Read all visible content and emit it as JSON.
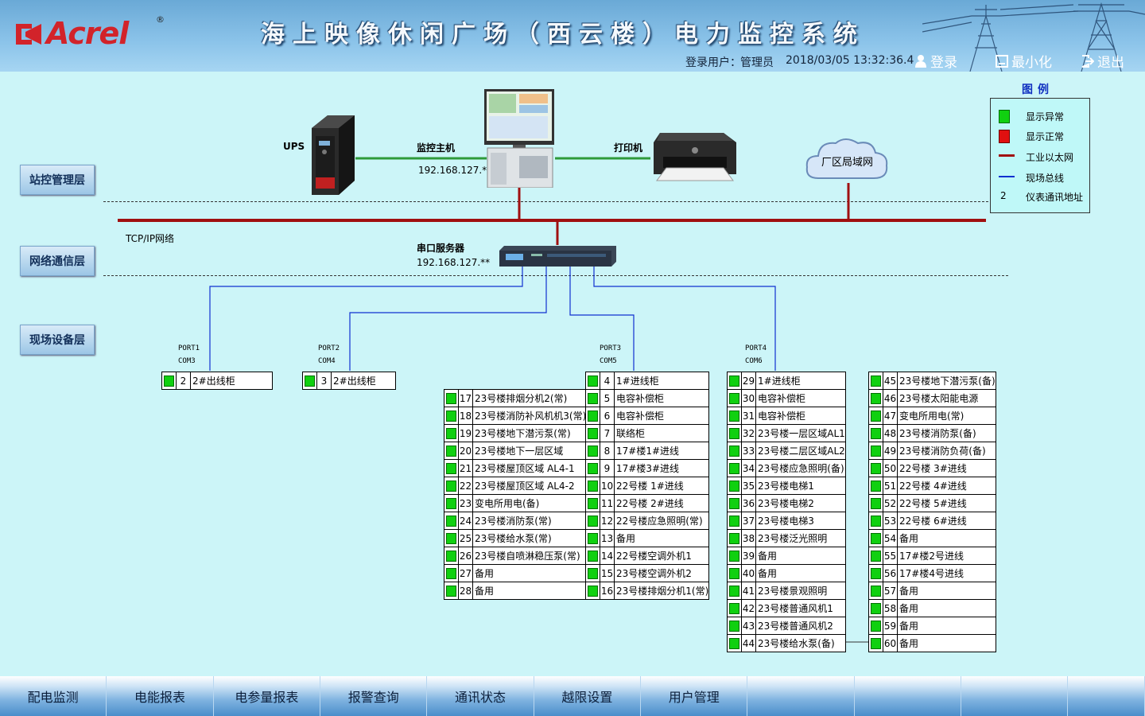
{
  "header": {
    "logo_text": "Acrel",
    "logo_reg": "®",
    "title": "海上映像休闲广场（西云楼）电力监控系统",
    "login_user_label": "登录用户：",
    "login_user": "管理员",
    "datetime": "2018/03/05 13:32:36.4",
    "login_btn": "登录",
    "minimize_btn": "最小化",
    "exit_btn": "退出"
  },
  "layers": {
    "station": "站控管理层",
    "network": "网络通信层",
    "field": "现场设备层"
  },
  "devices": {
    "ups": "UPS",
    "host": "监控主机",
    "host_ip": "192.168.127.**",
    "printer": "打印机",
    "lan": "厂区局域网",
    "tcpip": "TCP/IP网络",
    "serial_server": "串口服务器",
    "serial_ip": "192.168.127.**"
  },
  "ports": [
    {
      "port": "PORT1",
      "com": "COM3"
    },
    {
      "port": "PORT2",
      "com": "COM4"
    },
    {
      "port": "PORT3",
      "com": "COM5"
    },
    {
      "port": "PORT4",
      "com": "COM6"
    }
  ],
  "legend": {
    "title": "图例",
    "items": [
      {
        "text": "显示异常",
        "color": "#10d010"
      },
      {
        "text": "显示正常",
        "color": "#e01010"
      },
      {
        "text": "工业以太网",
        "color": "#a01010"
      },
      {
        "text": "现场总线",
        "color": "#1030d0"
      },
      {
        "symbol": "2",
        "text": "仪表通讯地址"
      }
    ]
  },
  "tables": {
    "com3": [
      {
        "num": "2",
        "name": "2#出线柜"
      }
    ],
    "com4": [
      {
        "num": "3",
        "name": "2#出线柜"
      }
    ],
    "colA": [
      {
        "num": "17",
        "name": "23号楼排烟分机2(常)"
      },
      {
        "num": "18",
        "name": "23号楼消防补风机机3(常)"
      },
      {
        "num": "19",
        "name": "23号楼地下潜污泵(常)"
      },
      {
        "num": "20",
        "name": "23号楼地下一层区域"
      },
      {
        "num": "21",
        "name": "23号楼屋顶区域 AL4-1"
      },
      {
        "num": "22",
        "name": "23号楼屋顶区域 AL4-2"
      },
      {
        "num": "23",
        "name": "变电所用电(备)"
      },
      {
        "num": "24",
        "name": "23号楼消防泵(常)"
      },
      {
        "num": "25",
        "name": "23号楼给水泵(常)"
      },
      {
        "num": "26",
        "name": "23号楼自喷淋稳压泵(常)"
      },
      {
        "num": "27",
        "name": "备用"
      },
      {
        "num": "28",
        "name": "备用"
      }
    ],
    "colB": [
      {
        "num": "4",
        "name": "1#进线柜"
      },
      {
        "num": "5",
        "name": "电容补偿柜"
      },
      {
        "num": "6",
        "name": "电容补偿柜"
      },
      {
        "num": "7",
        "name": "联络柜"
      },
      {
        "num": "8",
        "name": "17#楼1#进线"
      },
      {
        "num": "9",
        "name": "17#楼3#进线"
      },
      {
        "num": "10",
        "name": "22号楼 1#进线"
      },
      {
        "num": "11",
        "name": "22号楼 2#进线"
      },
      {
        "num": "12",
        "name": "22号楼应急照明(常)"
      },
      {
        "num": "13",
        "name": "备用"
      },
      {
        "num": "14",
        "name": "22号楼空调外机1"
      },
      {
        "num": "15",
        "name": "23号楼空调外机2"
      },
      {
        "num": "16",
        "name": "23号楼排烟分机1(常)"
      }
    ],
    "colC": [
      {
        "num": "29",
        "name": "1#进线柜"
      },
      {
        "num": "30",
        "name": "电容补偿柜"
      },
      {
        "num": "31",
        "name": "电容补偿柜"
      },
      {
        "num": "32",
        "name": "23号楼一层区域AL1"
      },
      {
        "num": "33",
        "name": "23号楼二层区域AL2"
      },
      {
        "num": "34",
        "name": "23号楼应急照明(备)"
      },
      {
        "num": "35",
        "name": "23号楼电梯1"
      },
      {
        "num": "36",
        "name": "23号楼电梯2"
      },
      {
        "num": "37",
        "name": "23号楼电梯3"
      },
      {
        "num": "38",
        "name": "23号楼泛光照明"
      },
      {
        "num": "39",
        "name": "备用"
      },
      {
        "num": "40",
        "name": "备用"
      },
      {
        "num": "41",
        "name": "23号楼景观照明"
      },
      {
        "num": "42",
        "name": "23号楼普通风机1"
      },
      {
        "num": "43",
        "name": "23号楼普通风机2"
      },
      {
        "num": "44",
        "name": "23号楼给水泵(备)"
      }
    ],
    "colD": [
      {
        "num": "45",
        "name": "23号楼地下潜污泵(备)"
      },
      {
        "num": "46",
        "name": "23号楼太阳能电源"
      },
      {
        "num": "47",
        "name": "变电所用电(常)"
      },
      {
        "num": "48",
        "name": "23号楼消防泵(备)"
      },
      {
        "num": "49",
        "name": "23号楼消防负荷(备)"
      },
      {
        "num": "50",
        "name": "22号楼 3#进线"
      },
      {
        "num": "51",
        "name": "22号楼 4#进线"
      },
      {
        "num": "52",
        "name": "22号楼 5#进线"
      },
      {
        "num": "53",
        "name": "22号楼 6#进线"
      },
      {
        "num": "54",
        "name": "备用"
      },
      {
        "num": "55",
        "name": "17#楼2号进线"
      },
      {
        "num": "56",
        "name": "17#楼4号进线"
      },
      {
        "num": "57",
        "name": "备用"
      },
      {
        "num": "58",
        "name": "备用"
      },
      {
        "num": "59",
        "name": "备用"
      },
      {
        "num": "60",
        "name": "备用"
      }
    ]
  },
  "nav": [
    {
      "label": "配电监测"
    },
    {
      "label": "电能报表"
    },
    {
      "label": "电参量报表"
    },
    {
      "label": "报警查询"
    },
    {
      "label": "通讯状态"
    },
    {
      "label": "越限设置"
    },
    {
      "label": "用户管理"
    },
    {
      "label": ""
    },
    {
      "label": ""
    },
    {
      "label": ""
    },
    {
      "label": ""
    }
  ]
}
